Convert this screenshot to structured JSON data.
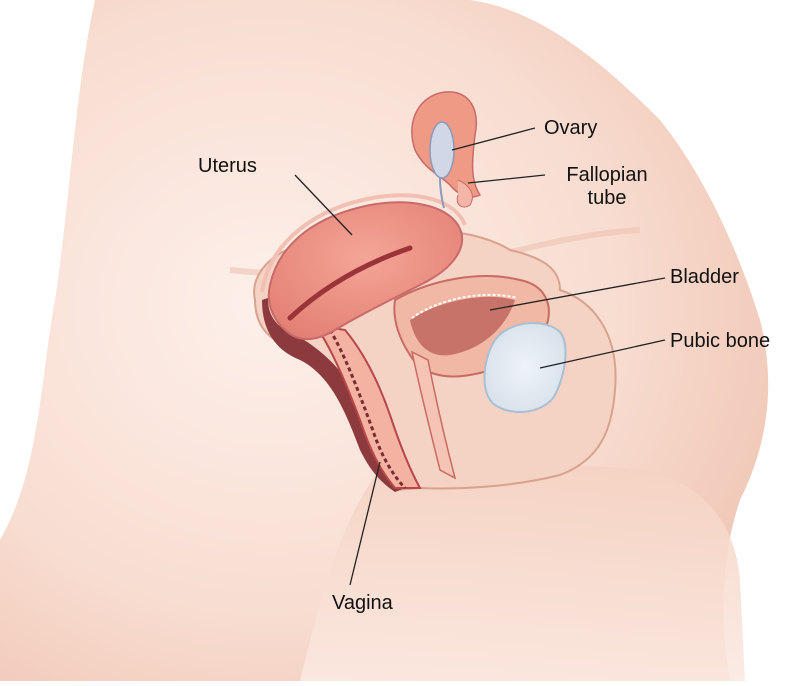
{
  "labels": {
    "ovary": "Ovary",
    "fallopian_line1": "Fallopian",
    "fallopian_line2": "tube",
    "uterus": "Uterus",
    "bladder": "Bladder",
    "pubic_bone": "Pubic bone",
    "vagina": "Vagina"
  },
  "colors": {
    "skin_light": "#fbe7de",
    "skin_mid": "#f6d3c4",
    "skin_shadow": "#eab6a2",
    "organ": "#ec8e80",
    "organ_dark": "#c95a55",
    "organ_outline": "#b8474a",
    "cavity": "#a85050",
    "wall_light": "#f9d6cb",
    "bone": "#dde6ef",
    "bone_outline": "#a9bfd3",
    "ovary_fill": "#cfd5e4",
    "leader": "#222222"
  }
}
